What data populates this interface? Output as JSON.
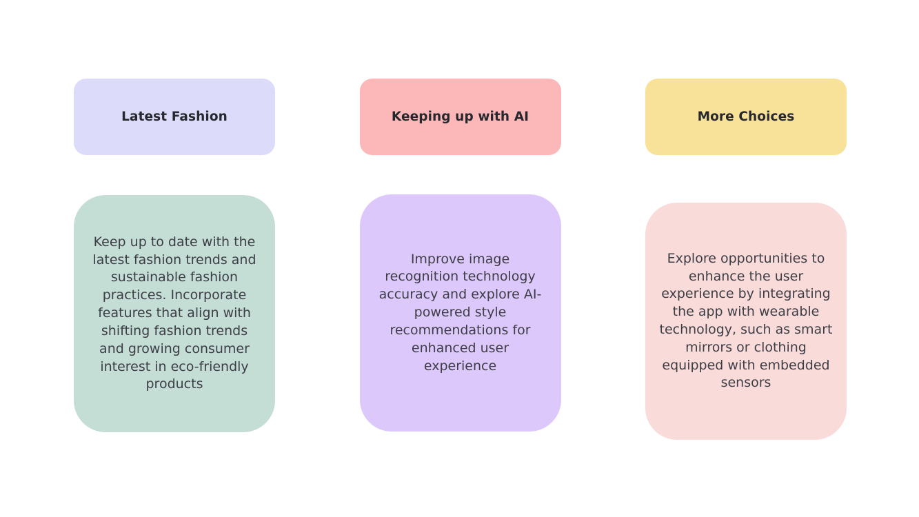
{
  "page": {
    "background_color": "#ffffff"
  },
  "columns": [
    {
      "header": {
        "label": "Latest Fashion",
        "color": "#dcdcfa",
        "text_color": "#27272e"
      },
      "body": {
        "text": "Keep up to date with the latest fashion trends and sustainable fashion practices. Incorporate features that align with shifting fashion trends and growing consumer interest in eco-friendly products",
        "color": "#c4ded6",
        "text_color": "#3d3d46"
      }
    },
    {
      "header": {
        "label": "Keeping up with AI",
        "color": "#fcb8b8",
        "text_color": "#27272e"
      },
      "body": {
        "text": "Improve image recognition technology accuracy and explore AI-powered style recommendations for enhanced user experience",
        "color": "#dcc8fb",
        "text_color": "#3d3d46"
      }
    },
    {
      "header": {
        "label": "More Choices",
        "color": "#f8e199",
        "text_color": "#27272e"
      },
      "body": {
        "text": "Explore opportunities to enhance the user experience by integrating the app with wearable technology, such as smart mirrors or clothing equipped with embedded sensors",
        "color": "#f9dcd9",
        "text_color": "#3d3d46"
      }
    }
  ]
}
